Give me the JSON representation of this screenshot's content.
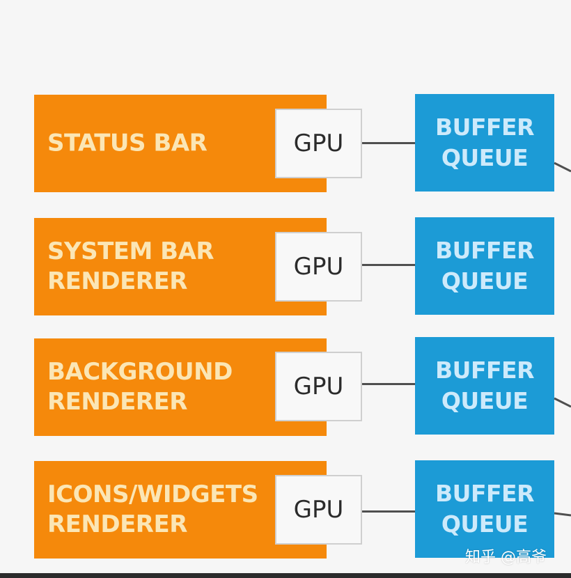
{
  "diagram": {
    "rows": [
      {
        "renderer": "STATUS BAR",
        "gpu": "GPU",
        "queue": "BUFFER\nQUEUE"
      },
      {
        "renderer": "SYSTEM BAR\nRENDERER",
        "gpu": "GPU",
        "queue": "BUFFER\nQUEUE"
      },
      {
        "renderer": "BACKGROUND\nRENDERER",
        "gpu": "GPU",
        "queue": "BUFFER\nQUEUE"
      },
      {
        "renderer": "ICONS/WIDGETS\nRENDERER",
        "gpu": "GPU",
        "queue": "BUFFER\nQUEUE"
      }
    ]
  },
  "watermark": "知乎 @高爷",
  "colors": {
    "renderer": "#f5890b",
    "renderer_text": "#fbe6b5",
    "queue": "#1c9bd6",
    "queue_text": "#cdeafb",
    "gpu_box": "#f8f8f8",
    "connector": "#4f4f4f",
    "background": "#f6f6f6"
  }
}
